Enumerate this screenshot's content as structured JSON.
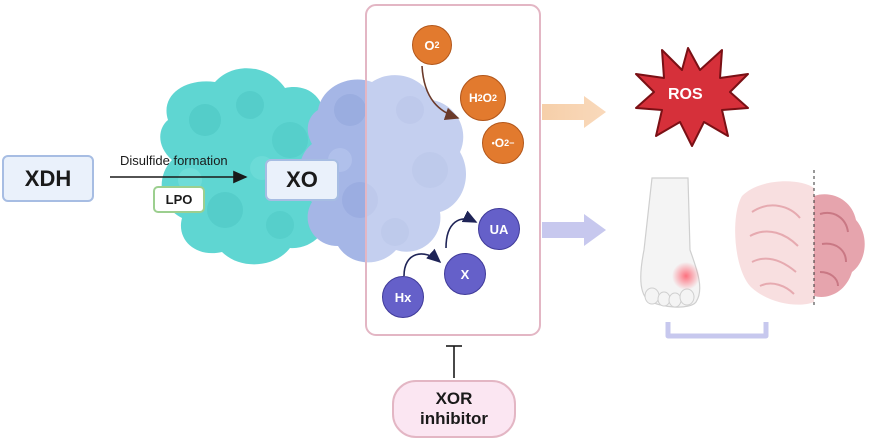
{
  "xdh": "XDH",
  "xo": "XO",
  "arrow_label": "Disulfide formation",
  "lpo": "LPO",
  "o2": {
    "main": "O",
    "sub": "2"
  },
  "h2o2": {
    "h": "H",
    "sub1": "2",
    "o": "O",
    "sub2": "2"
  },
  "superoxide": {
    "dot": "•",
    "o": "O",
    "sub": "2",
    "sup": "−"
  },
  "ros": "ROS",
  "ua": "UA",
  "x": "X",
  "hx": "Hx",
  "inhibitor": {
    "line1": "XOR",
    "line2": "inhibitor"
  },
  "colors": {
    "orange": "#e27a2e",
    "purple": "#6560c9",
    "ros_red": "#d6303a",
    "protein_cyan": "#5fd6d2",
    "protein_blue": "#a5b6e6",
    "panel_border": "#e3b6c4",
    "box_blue": "#eaf1fb",
    "box_border": "#a7bde3"
  }
}
